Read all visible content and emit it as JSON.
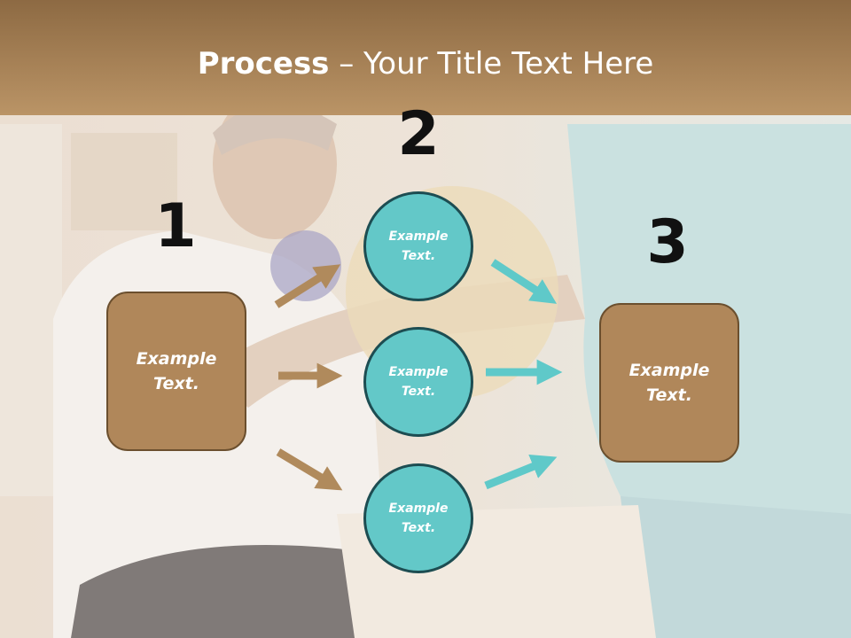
{
  "title": {
    "bold": "Process",
    "rest": " – Your Title Text Here"
  },
  "steps": [
    {
      "number": "1",
      "text": "Example Text."
    },
    {
      "number": "2",
      "text": "Example Text."
    },
    {
      "number": "3",
      "text": "Example Text."
    }
  ],
  "circles": [
    {
      "text": "Example Text."
    },
    {
      "text": "Example Text."
    },
    {
      "text": "Example Text."
    }
  ],
  "colors": {
    "box_fill": "#b0875a",
    "box_border": "#6b4f2e",
    "circle_fill": "#63c8c8",
    "circle_border": "#1d4d52",
    "arrow_brown": "#b08a5c",
    "arrow_teal": "#5fc9c9",
    "title_band": "#a68156"
  }
}
